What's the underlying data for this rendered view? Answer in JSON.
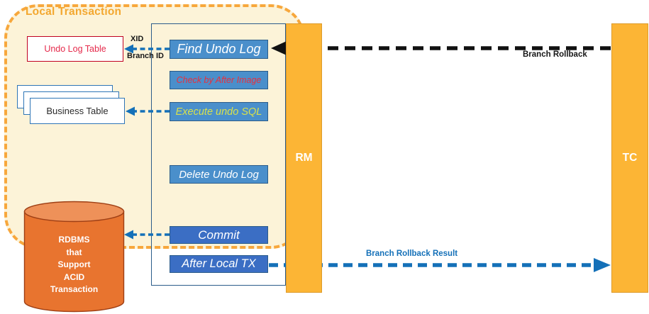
{
  "local_transaction": {
    "label": "Local Transaction",
    "fill": "#FCF3D8",
    "border_color": "#F7A73C",
    "label_color": "#F3A72F"
  },
  "undo_log_table": {
    "label": "Undo Log Table",
    "border_color": "#C00021",
    "text_color": "#E52A4B"
  },
  "business_table": {
    "label": "Business Table",
    "border_color": "#2E75B6"
  },
  "rdbms": {
    "lines": [
      "RDBMS",
      "that",
      "Support",
      "ACID",
      "Transaction"
    ],
    "body_color": "#E8742F",
    "top_color": "#EE9159",
    "border_color": "#9E3F15"
  },
  "process_box": {
    "border_color": "#2B5C8A"
  },
  "steps": [
    {
      "id": "find-undo-log",
      "label": "Find Undo Log",
      "fill": "#4A8FCB",
      "text_color": "#FFFFFF"
    },
    {
      "id": "check-by-after-image",
      "label": "Check by After Image",
      "fill": "#4A8FCB",
      "text_color": "#E8303C"
    },
    {
      "id": "execute-undo-sql",
      "label": "Execute undo SQL",
      "fill": "#4A8FCB",
      "text_color": "#D9E14C"
    },
    {
      "id": "delete-undo-log",
      "label": "Delete Undo Log",
      "fill": "#4A8FCB",
      "text_color": "#FFFFFF"
    },
    {
      "id": "commit",
      "label": "Commit",
      "fill": "#3B6EC4",
      "text_color": "#FFFFFF"
    },
    {
      "id": "after-local-tx",
      "label": "After Local TX",
      "fill": "#3B6EC4",
      "text_color": "#FFFFFF"
    }
  ],
  "actors": {
    "rm_label": "RM",
    "tc_label": "TC",
    "bar_color": "#FCB535",
    "bar_border_color": "#DD9B2B"
  },
  "annotations": {
    "xid": "XID",
    "branch_id": "Branch ID",
    "branch_rollback": "Branch Rollback",
    "branch_rollback_result": "Branch Rollback Result",
    "arrow_blue": "#1470B8",
    "arrow_black": "#111111"
  }
}
